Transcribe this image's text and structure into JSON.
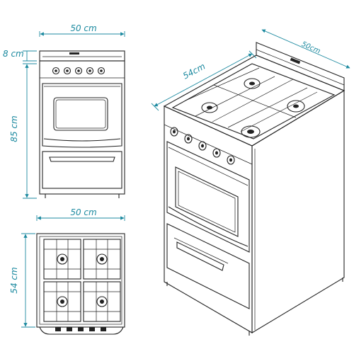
{
  "colors": {
    "dimension": "#1d8aa0",
    "line": "#222222",
    "background": "#ffffff"
  },
  "front_view": {
    "width_label": "50 cm",
    "top_label": "8 cm",
    "height_label": "85 cm"
  },
  "top_view": {
    "width_label": "50 cm",
    "depth_label": "54 cm"
  },
  "iso_view": {
    "depth_label": "54cm",
    "width_label": "50cm"
  }
}
